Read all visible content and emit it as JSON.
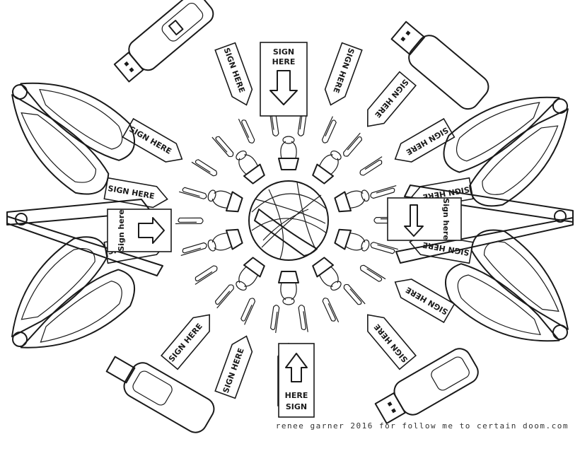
{
  "illustration": {
    "kind": "coloring page line drawing",
    "ink_color": "#1a1a1a",
    "paper_color": "#ffffff",
    "tag_texts": {
      "sign_here": "SIGN HERE",
      "sign": "SIGN",
      "here": "HERE",
      "sign_here_script": "Sign here"
    }
  },
  "credit": "renee garner 2016 for follow me to certain doom.com"
}
